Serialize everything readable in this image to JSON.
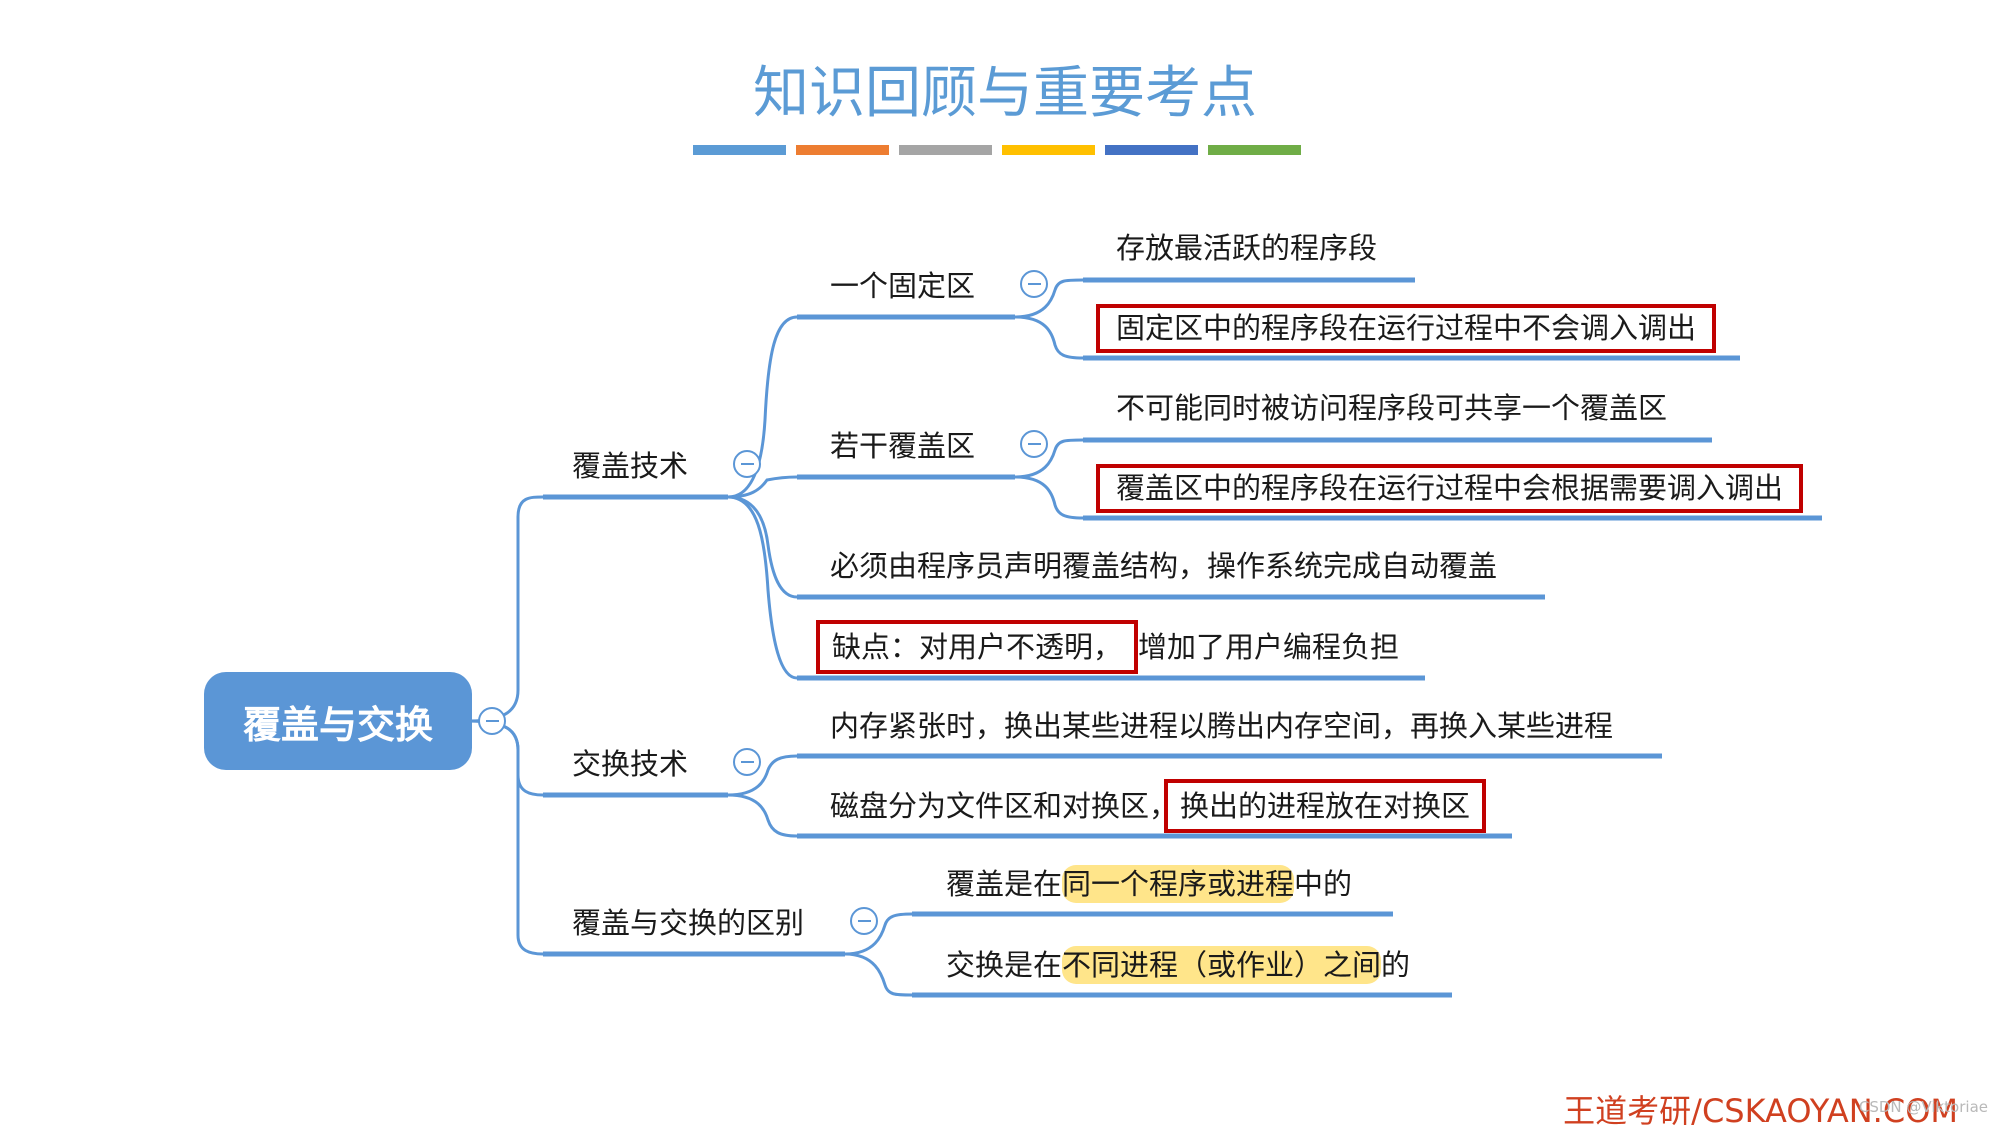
{
  "title": "知识回顾与重要考点",
  "title_bar_colors": [
    "#5b9bd5",
    "#ed7d31",
    "#a5a5a5",
    "#ffc000",
    "#4472c4",
    "#70ad47"
  ],
  "root": {
    "label": "覆盖与交换"
  },
  "branches": {
    "overlay": {
      "label": "覆盖技术",
      "fixed": {
        "label": "一个固定区",
        "item1": "存放最活跃的程序段",
        "item2": "固定区中的程序段在运行过程中不会调入调出"
      },
      "several": {
        "label": "若干覆盖区",
        "item1": "不可能同时被访问程序段可共享一个覆盖区",
        "item2": "覆盖区中的程序段在运行过程中会根据需要调入调出"
      },
      "declare": "必须由程序员声明覆盖结构，操作系统完成自动覆盖",
      "drawback": {
        "boxed": "缺点：对用户不透明，",
        "rest": "增加了用户编程负担"
      }
    },
    "swap": {
      "label": "交换技术",
      "item1": "内存紧张时，换出某些进程以腾出内存空间，再换入某些进程",
      "item2": {
        "prefix": "磁盘分为文件区和对换区，",
        "boxed": "换出的进程放在对换区"
      }
    },
    "diff": {
      "label": "覆盖与交换的区别",
      "item1": {
        "prefix": "覆盖是在",
        "highlight": "同一个程序或进程",
        "suffix": "中的"
      },
      "item2": {
        "prefix": "交换是在",
        "highlight": "不同进程（或作业）之间",
        "suffix": "的"
      }
    }
  },
  "footer": "王道考研/CSKAOYAN.COM",
  "watermark": "CSDN @Viktoriae",
  "colors": {
    "line": "#5b96d6",
    "highlight_box": "#c00000",
    "highlight_fill": "#ffe58a"
  }
}
